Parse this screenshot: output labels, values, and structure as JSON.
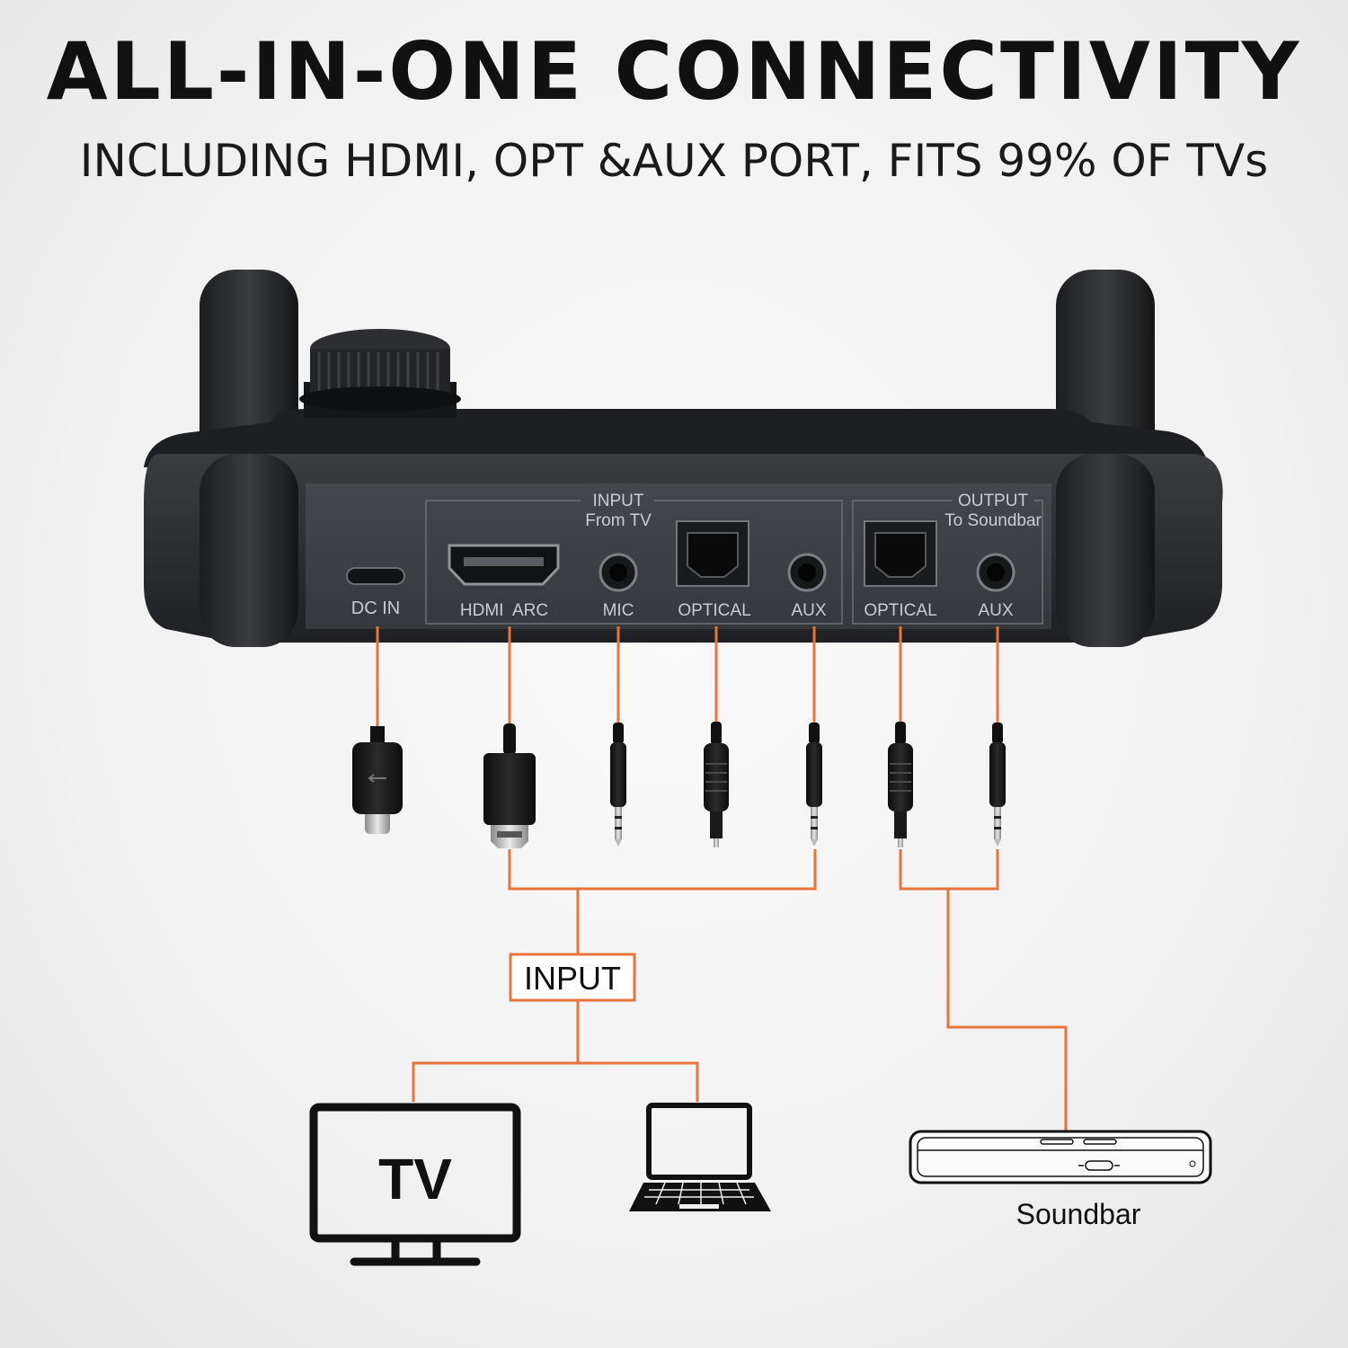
{
  "headline": "ALL-IN-ONE CONNECTIVITY",
  "subheadline": "INCLUDING HDMI, OPT &AUX PORT, FITS 99% OF TVs",
  "device": {
    "input_group_label": "INPUT",
    "input_group_sublabel": "From TV",
    "output_group_label": "OUTPUT",
    "output_group_sublabel": "To Soundbar",
    "ports": {
      "dc_in": "DC IN",
      "hdmi_arc": "HDMI  ARC",
      "mic": "MIC",
      "optical_in": "OPTICAL",
      "aux_in": "AUX",
      "optical_out": "OPTICAL",
      "aux_out": "AUX"
    }
  },
  "input_box_label": "INPUT",
  "tv_label": "TV",
  "soundbar_label": "Soundbar",
  "colors": {
    "accent_line": "#e8743b",
    "device_body": "#2b2d30",
    "panel": "#3b3e42",
    "icon_stroke": "#111111"
  },
  "icons": [
    "usb-c-plug-icon",
    "hdmi-plug-icon",
    "audio-jack-icon",
    "optical-plug-icon",
    "tv-icon",
    "laptop-icon",
    "soundbar-icon",
    "volume-knob-icon",
    "antenna-icon"
  ]
}
